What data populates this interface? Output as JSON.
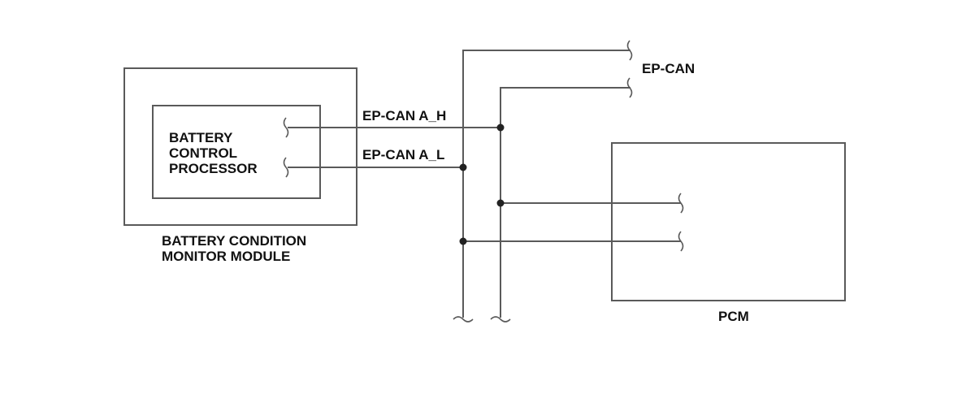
{
  "labels": {
    "ep_can": "EP-CAN",
    "ep_can_a_h": "EP-CAN A_H",
    "ep_can_a_l": "EP-CAN A_L",
    "processor_line1": "BATTERY",
    "processor_line2": "CONTROL",
    "processor_line3": "PROCESSOR",
    "module_line1": "BATTERY CONDITION",
    "module_line2": "MONITOR MODULE",
    "pcm": "PCM"
  },
  "colors": {
    "line": "#5a5a5a",
    "text": "#111111",
    "background": "#ffffff"
  }
}
